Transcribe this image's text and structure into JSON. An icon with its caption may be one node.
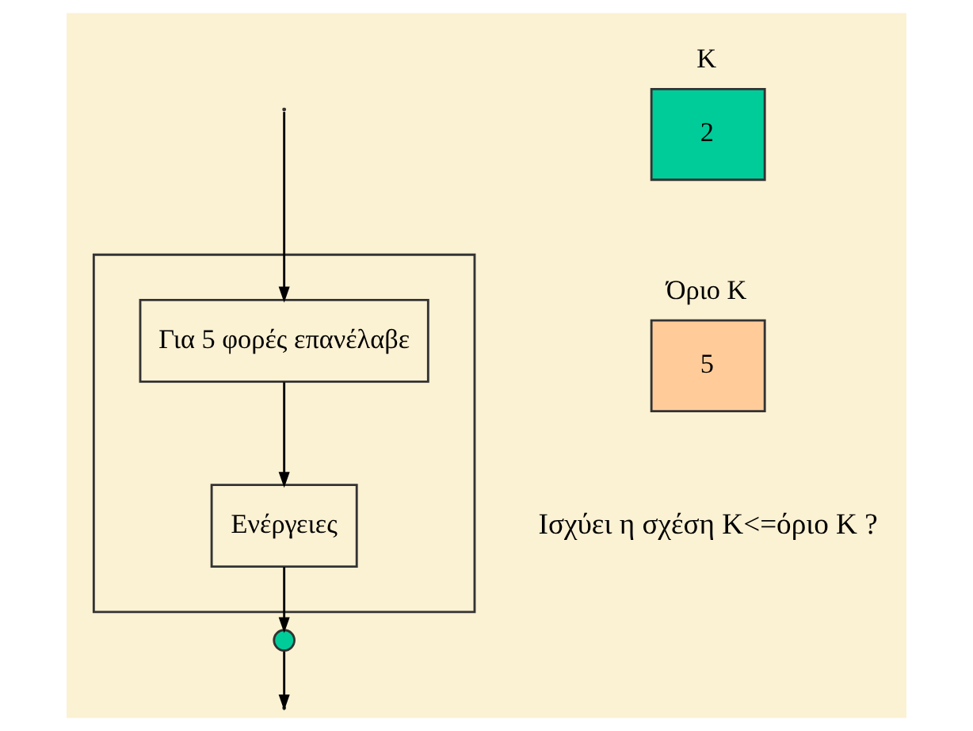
{
  "diagram": {
    "nodes": [
      {
        "text": [],
        "shape": "box"
      },
      {
        "text": [
          "Για 5 φορές επανέλαβε"
        ],
        "in": 0
      },
      {
        "text": [
          "Ενέργειες"
        ],
        "in": 0
      },
      {
        "text": [],
        "shape": "circle"
      },
      {
        "text": [
          "K",
          "2"
        ]
      },
      {
        "text": [
          "Όριο K",
          "5"
        ]
      }
    ],
    "edges": [
      {
        "from": null,
        "to": 1,
        "arrow": "to"
      },
      {
        "from": 1,
        "to": 2,
        "arrow": "to"
      },
      {
        "from": 2,
        "to": 3,
        "arrow": "to"
      },
      {
        "from": 3,
        "to": null,
        "arrow": "to"
      }
    ],
    "labels": [
      "Ισχύει η σχέση K<=όριο K ?"
    ]
  }
}
